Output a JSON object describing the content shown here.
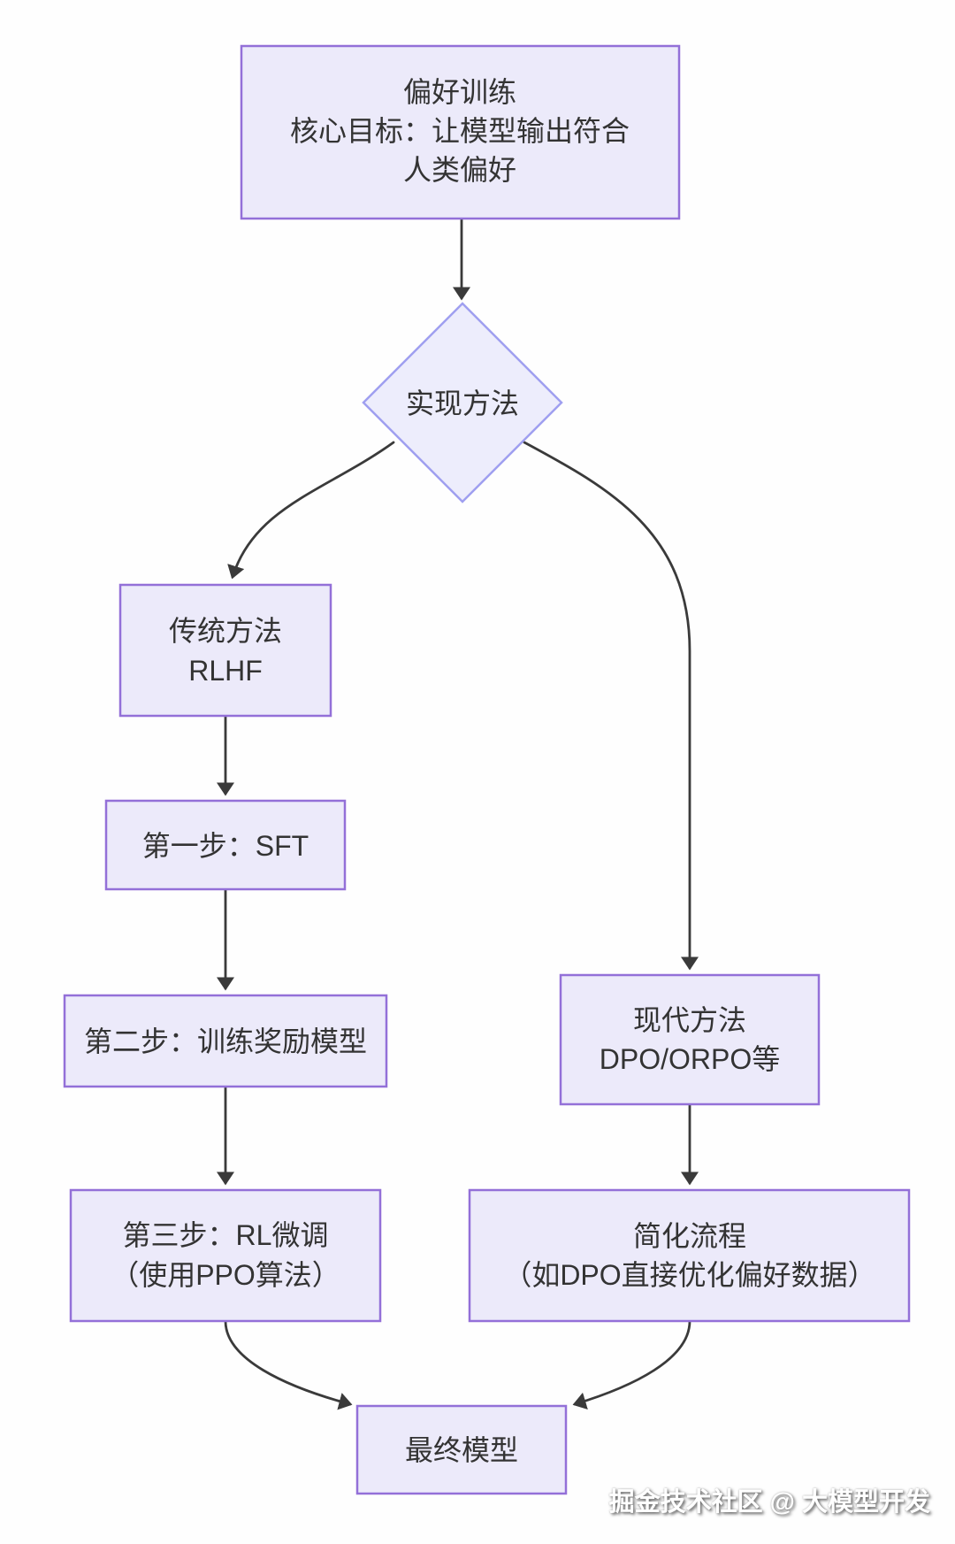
{
  "diagram": {
    "colors": {
      "background": "#fefefe",
      "node_fill": "#eceafa",
      "node_border": "#9370d8",
      "diamond_fill": "#ededfc",
      "diamond_border": "#9f9ff0",
      "edge": "#3a3a3a",
      "text": "#333333",
      "watermark": "#ffffff"
    },
    "nodes": {
      "root": {
        "line1": "偏好训练",
        "line2": "核心目标：让模型输出符合",
        "line3": "人类偏好"
      },
      "decision": {
        "label": "实现方法"
      },
      "traditional": {
        "line1": "传统方法",
        "line2": "RLHF"
      },
      "step1": {
        "label": "第一步：SFT"
      },
      "step2": {
        "label": "第二步：训练奖励模型"
      },
      "step3": {
        "line1": "第三步：RL微调",
        "line2": "（使用PPO算法）"
      },
      "modern": {
        "line1": "现代方法",
        "line2": "DPO/ORPO等"
      },
      "simplified": {
        "line1": "简化流程",
        "line2": "（如DPO直接优化偏好数据）"
      },
      "final": {
        "label": "最终模型"
      }
    },
    "watermark": "掘金技术社区 @ 大模型开发"
  }
}
